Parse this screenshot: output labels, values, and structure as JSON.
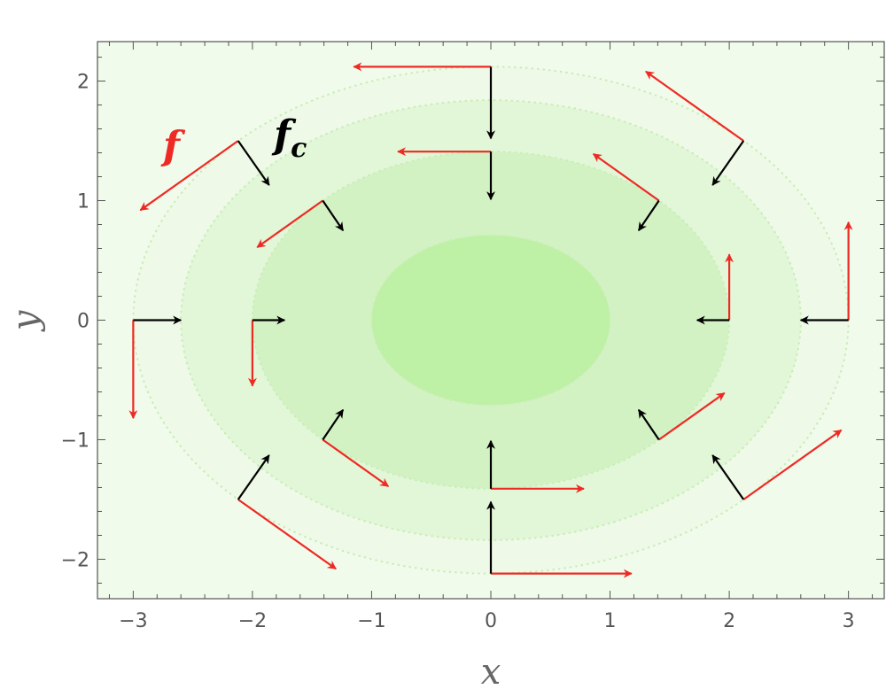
{
  "chart_data": {
    "type": "vector-field",
    "xlabel": "x",
    "ylabel": "y",
    "xlim": [
      -3.3,
      3.3
    ],
    "ylim": [
      -2.33,
      2.33
    ],
    "x_ticks": [
      -3,
      -2,
      -1,
      0,
      1,
      2,
      3
    ],
    "y_ticks": [
      -2,
      -1,
      0,
      1,
      2
    ],
    "x_tick_labels": [
      "−3",
      "−2",
      "−1",
      "0",
      "1",
      "2",
      "3"
    ],
    "y_tick_labels": [
      "−2",
      "−1",
      "0",
      "1",
      "2"
    ],
    "contours": [
      {
        "rx": 3.0,
        "ry": 2.12,
        "color": "#eef9e8"
      },
      {
        "rx": 2.6,
        "ry": 1.84,
        "color": "#e2f6d8"
      },
      {
        "rx": 2.0,
        "ry": 1.41,
        "color": "#d3f2c4"
      },
      {
        "rx": 1.0,
        "ry": 0.71,
        "color": "#bef0a6"
      }
    ],
    "background_color": "#f1fbec",
    "contour_dot_color": "#c8eeb4",
    "vectors": [
      {
        "x": 0,
        "y": 2.12,
        "fc": [
          0,
          -0.6
        ],
        "f": [
          -1.15,
          0
        ]
      },
      {
        "x": 0,
        "y": 1.41,
        "fc": [
          0,
          -0.4
        ],
        "f": [
          -0.78,
          0
        ]
      },
      {
        "x": 0,
        "y": -1.41,
        "fc": [
          0,
          0.4
        ],
        "f": [
          0.78,
          0
        ]
      },
      {
        "x": 0,
        "y": -2.12,
        "fc": [
          0,
          0.6
        ],
        "f": [
          1.18,
          0
        ]
      },
      {
        "x": 3.0,
        "y": 0,
        "fc": [
          -0.4,
          0
        ],
        "f": [
          0,
          0.82
        ]
      },
      {
        "x": 2.0,
        "y": 0,
        "fc": [
          -0.27,
          0
        ],
        "f": [
          0,
          0.55
        ]
      },
      {
        "x": -2.0,
        "y": 0,
        "fc": [
          0.27,
          0
        ],
        "f": [
          0,
          -0.55
        ]
      },
      {
        "x": -3.0,
        "y": 0,
        "fc": [
          0.4,
          0
        ],
        "f": [
          0,
          -0.82
        ]
      },
      {
        "x": 2.12,
        "y": 1.5,
        "fc": [
          -0.26,
          -0.37
        ],
        "f": [
          -0.82,
          0.58
        ]
      },
      {
        "x": 1.41,
        "y": 1.0,
        "fc": [
          -0.17,
          -0.25
        ],
        "f": [
          -0.55,
          0.39
        ]
      },
      {
        "x": -1.41,
        "y": 1.0,
        "fc": [
          0.17,
          -0.25
        ],
        "f": [
          -0.55,
          -0.39
        ]
      },
      {
        "x": -2.12,
        "y": 1.5,
        "fc": [
          0.26,
          -0.37
        ],
        "f": [
          -0.82,
          -0.58
        ]
      },
      {
        "x": 1.41,
        "y": -1.0,
        "fc": [
          -0.17,
          0.25
        ],
        "f": [
          0.55,
          0.39
        ]
      },
      {
        "x": 2.12,
        "y": -1.5,
        "fc": [
          -0.26,
          0.37
        ],
        "f": [
          0.82,
          0.58
        ]
      },
      {
        "x": -1.41,
        "y": -1.0,
        "fc": [
          0.17,
          0.25
        ],
        "f": [
          0.55,
          -0.39
        ]
      },
      {
        "x": -2.12,
        "y": -1.5,
        "fc": [
          0.26,
          0.37
        ],
        "f": [
          0.82,
          -0.58
        ]
      }
    ],
    "series": [
      {
        "name": "f",
        "color": "#ee2a24"
      },
      {
        "name": "f_c",
        "color": "#000000"
      }
    ],
    "annotations": [
      {
        "text": "f",
        "color": "#ee2a24",
        "x": -2.75,
        "y": 1.35
      },
      {
        "text": "f",
        "subscript": "c",
        "color": "#000000",
        "x": -1.82,
        "y": 1.44
      }
    ]
  }
}
